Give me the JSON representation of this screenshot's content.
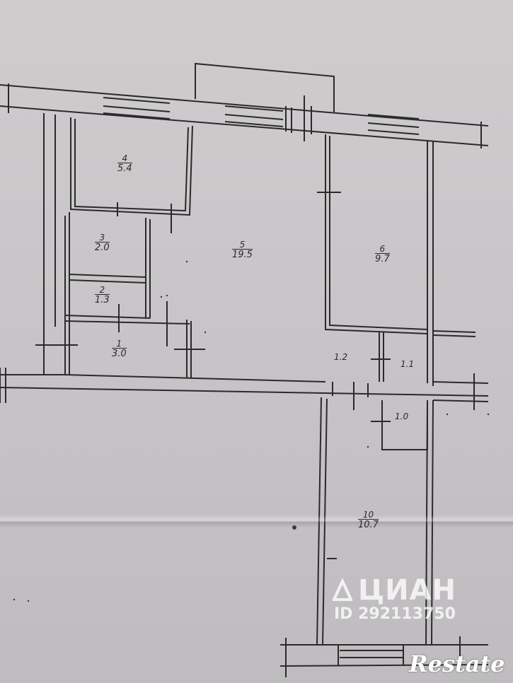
{
  "rooms": [
    {
      "number": "4",
      "area": "5.4"
    },
    {
      "number": "3",
      "area": "2.0"
    },
    {
      "number": "2",
      "area": "1.3"
    },
    {
      "number": "1",
      "area": "3.0"
    },
    {
      "number": "5",
      "area": "19.5"
    },
    {
      "number": "6",
      "area": "9.7"
    },
    {
      "number": "10",
      "area": "10.7"
    }
  ],
  "small_areas": [
    "1.2",
    "1.1",
    "1.0"
  ],
  "watermark": {
    "brand": "ЦИАН",
    "listing_id": "ID 292113750"
  },
  "corner_logo": "Restate",
  "colors": {
    "ink": "#2a2a2a",
    "paper": "#cac7ca"
  }
}
